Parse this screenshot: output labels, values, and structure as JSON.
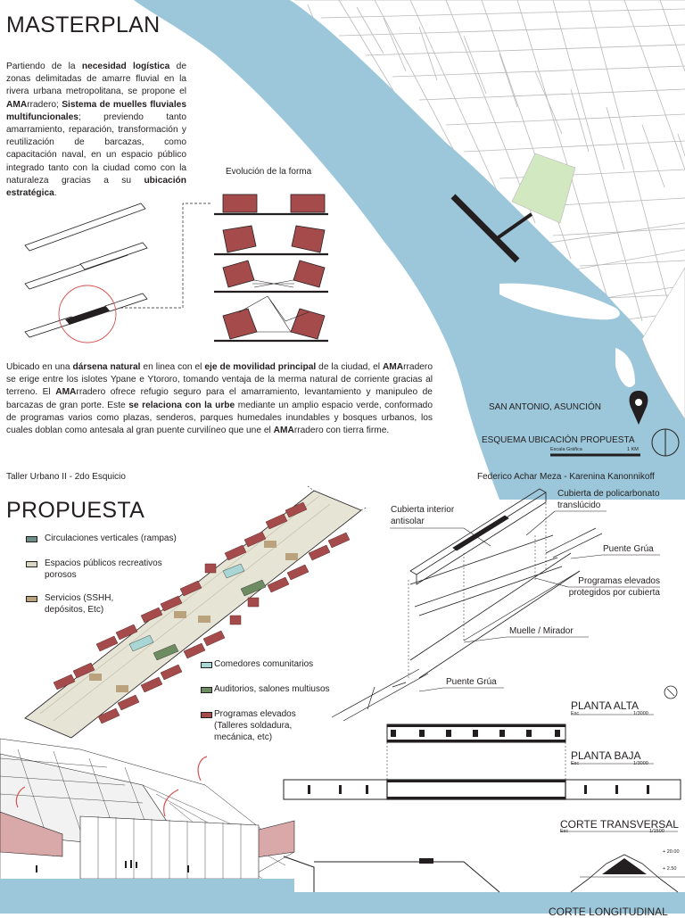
{
  "colors": {
    "river": "#9cc7da",
    "green": "#d2e8c0",
    "pavilion": "#a64b4b",
    "circ": "#6f8f8b",
    "public": "#dad7c3",
    "services": "#b9a27c",
    "dining": "#a8d6d4",
    "audit": "#6e8c61",
    "programs": "#a64b4b"
  },
  "masterplan": {
    "title": "MASTERPLAN",
    "intro": [
      "Partiendo de la ",
      "necesidad logística",
      " de zonas delimitadas de amarre fluvial en la rivera urbana metropolitana, se propone el ",
      "AMA",
      "rradero; ",
      "Sistema de muelles fluviales multifuncionales",
      "; previendo tanto amarramiento, reparación, transformación y reutilización de barcazas, como capacitación naval, en un espacio público integrado tanto con la ciudad como con la naturaleza gracias a su ",
      "ubicación estratégica",
      "."
    ],
    "evolution_title": "Evolución de la forma",
    "location_text": [
      "Ubicado en una ",
      "dársena natural",
      " en linea con el ",
      "eje de movilidad principal",
      " de la ciudad, el ",
      "AMA",
      "rradero se erige entre los islotes Ypane e Ytororo, tomando ventaja de la merma natural de corriente gracias al terreno. El ",
      "AMA",
      "rradero ofrece refugio seguro para el amarramiento, levantamiento y manipuleo de barcazas de gran porte. Este ",
      "se relaciona con la urbe",
      " mediante un amplio espacio verde, conformado de programas varios como plazas, senderos, parques humedales inundables y bosques urbanos, los cuales doblan como antesala al gran puente curvilíneo que une el ",
      "AMA",
      "rradero con tierra firme."
    ],
    "place": "SAN ANTONIO, ASUNCIÓN",
    "scheme": "ESQUEMA UBICACIÓN PROPUESTA",
    "scale_label": "Escala Gráfica",
    "scale_value": "1 KM",
    "course": "Taller Urbano II - 2do Esquicio",
    "authors": "Federico Achar Meza - Karenina Kanonnikoff"
  },
  "propuesta": {
    "title": "PROPUESTA",
    "legend_left": [
      "Circulaciones verticales (rampas)",
      "Espacios públicos recreativos porosos",
      "Servicios (SSHH, depósitos, Etc)"
    ],
    "legend_right": [
      "Comedores comunitarios",
      "Auditorios, salones multiusos",
      "Programas elevados (Talleres soldadura, mecánica, etc)"
    ],
    "labels": {
      "cubierta_interior": "Cubierta interior antisolar",
      "cubierta_poli": "Cubierta de policarbonato translúcido",
      "puente_grua_1": "Puente Grúa",
      "programas": "Programas elevados protegidos por cubierta",
      "muelle": "Muelle / Mirador",
      "puente_grua_2": "Puente Grúa"
    },
    "plans": {
      "alta": "PLANTA ALTA",
      "baja": "PLANTA BAJA",
      "corte_t": "CORTE TRANSVERSAL",
      "corte_l": "CORTE LONGITUDINAL",
      "esc": "Esc",
      "scale_3000": "1/3000",
      "scale_1500": "1/1500",
      "level_1": "+ 20.00",
      "level_2": "+ 2.50"
    }
  }
}
